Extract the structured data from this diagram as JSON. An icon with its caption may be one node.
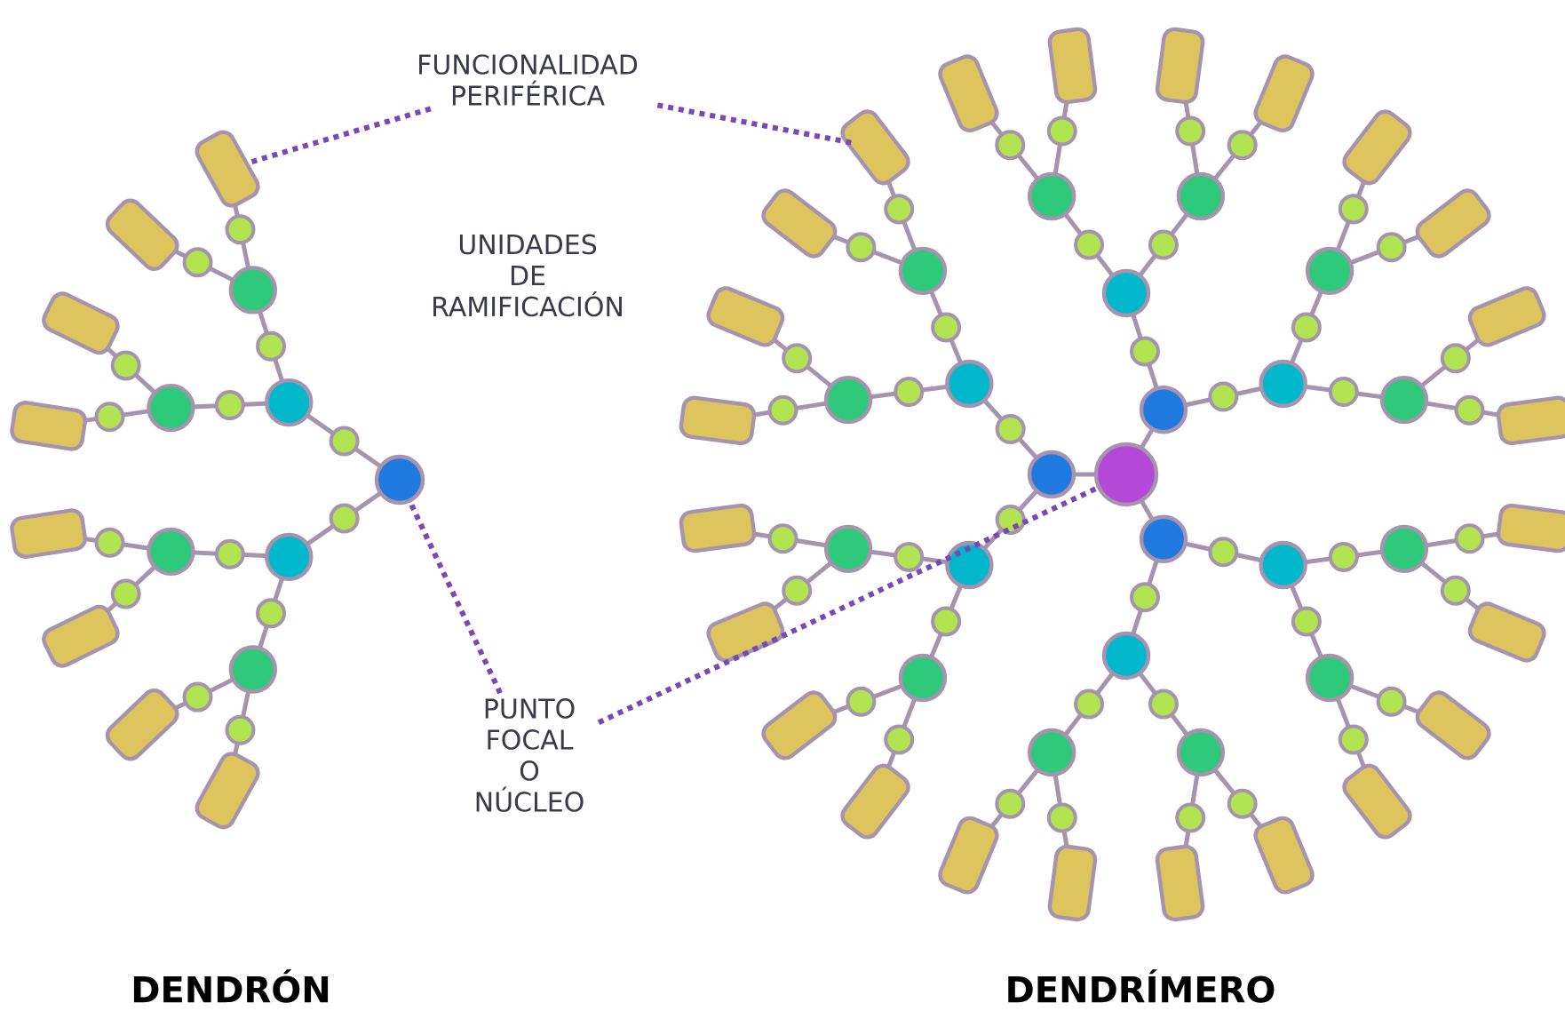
{
  "diagram": {
    "nodes": [
      {
        "text": [
          "FUNCIONALIDAD PERIFÉRICA"
        ]
      },
      {
        "text": [],
        "shape": "box"
      },
      {
        "text": [],
        "shape": "box"
      },
      {
        "text": [
          "PUNTO FOCAL O NÚCLEO"
        ]
      },
      {
        "text": [],
        "shape": "circle"
      },
      {
        "text": [],
        "shape": "circle"
      }
    ],
    "edges": [
      {
        "from": 0,
        "to": 1,
        "arrow": "none"
      },
      {
        "from": 0,
        "to": 2,
        "arrow": "none"
      },
      {
        "from": 3,
        "to": 4,
        "arrow": "none"
      },
      {
        "from": 3,
        "to": 5,
        "arrow": "none"
      }
    ],
    "labels": [
      "UNIDADES DE RAMIFICACIÓN",
      "DENDRÓN",
      "DENDRÍMERO"
    ]
  }
}
